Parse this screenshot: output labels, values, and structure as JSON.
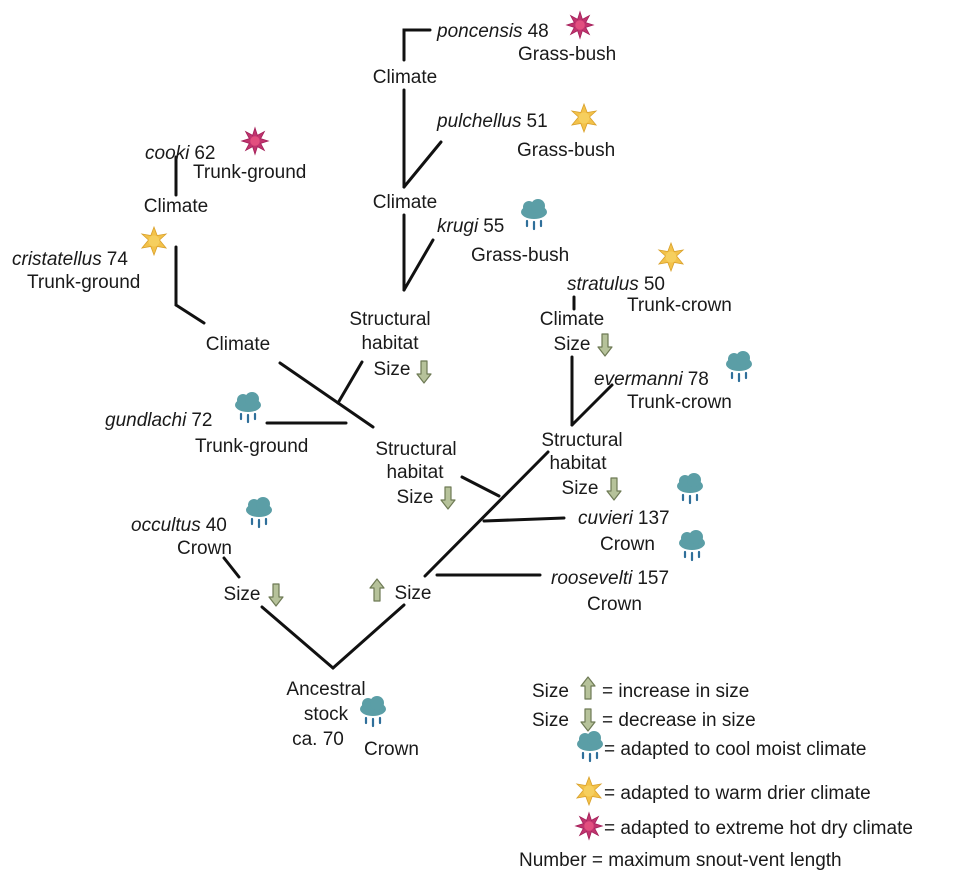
{
  "colors": {
    "branch": "#111111",
    "text": "#1a1a1a",
    "arrow_fill": "#b6c29a",
    "arrow_stroke": "#6e7a55",
    "cloud": "#5b9ea6",
    "rain": "#2f6f9a",
    "sun": "#f3c24a",
    "burst": "#c0346e"
  },
  "species": [
    {
      "id": "poncensis",
      "name": "poncensis",
      "size": "48",
      "habitat": "Grass-bush",
      "climate_icon": "burst-icon"
    },
    {
      "id": "pulchellus",
      "name": "pulchellus",
      "size": "51",
      "habitat": "Grass-bush",
      "climate_icon": "sun-icon"
    },
    {
      "id": "krugi",
      "name": "krugi",
      "size": "55",
      "habitat": "Grass-bush",
      "climate_icon": "rain-cloud-icon"
    },
    {
      "id": "cooki",
      "name": "cooki",
      "size": "62",
      "habitat": "Trunk-ground",
      "climate_icon": "burst-icon"
    },
    {
      "id": "cristatellus",
      "name": "cristatellus",
      "size": "74",
      "habitat": "Trunk-ground",
      "climate_icon": "sun-icon"
    },
    {
      "id": "gundlachi",
      "name": "gundlachi",
      "size": "72",
      "habitat": "Trunk-ground",
      "climate_icon": "rain-cloud-icon"
    },
    {
      "id": "stratulus",
      "name": "stratulus",
      "size": "50",
      "habitat": "Trunk-crown",
      "climate_icon": "sun-icon"
    },
    {
      "id": "evermanni",
      "name": "evermanni",
      "size": "78",
      "habitat": "Trunk-crown",
      "climate_icon": "rain-cloud-icon"
    },
    {
      "id": "cuvieri",
      "name": "cuvieri",
      "size": "137",
      "habitat": "Crown",
      "climate_icon": "rain-cloud-icon"
    },
    {
      "id": "roosevelti",
      "name": "roosevelti",
      "size": "157",
      "habitat": "Crown",
      "climate_icon": "rain-cloud-icon"
    },
    {
      "id": "occultus",
      "name": "occultus",
      "size": "40",
      "habitat": "Crown",
      "climate_icon": "rain-cloud-icon"
    }
  ],
  "ancestor": {
    "line1": "Ancestral",
    "line2": "stock",
    "line3": "ca. 70",
    "habitat": "Crown",
    "climate_icon": "rain-cloud-icon"
  },
  "node_labels": {
    "climate": "Climate",
    "size": "Size",
    "structural": "Structural",
    "habitat": "habitat"
  },
  "legend": {
    "size_word": "Size",
    "increase": "= increase in size",
    "decrease": "= decrease in size",
    "cool": "= adapted to cool moist climate",
    "warm": "= adapted to warm drier climate",
    "hot": "= adapted to extreme hot dry climate",
    "number_line": "Number = maximum snout-vent length"
  }
}
